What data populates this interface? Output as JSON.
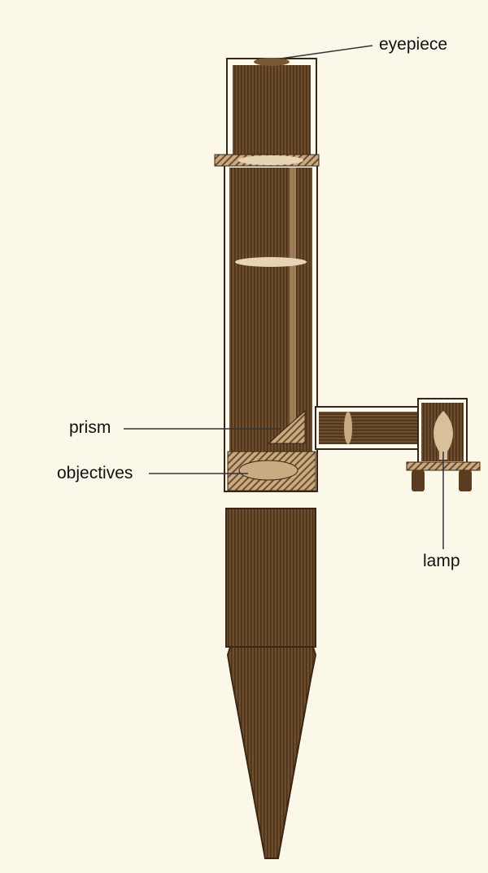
{
  "labels": {
    "eyepiece": "eyepiece",
    "prism": "prism",
    "objectives": "objectives",
    "lamp": "lamp"
  },
  "colors": {
    "background": "#fbf8ea",
    "tube": "#6e4d2c",
    "tube_dark": "#4a3118",
    "hatch": "#a98660",
    "leader": "#333333"
  }
}
